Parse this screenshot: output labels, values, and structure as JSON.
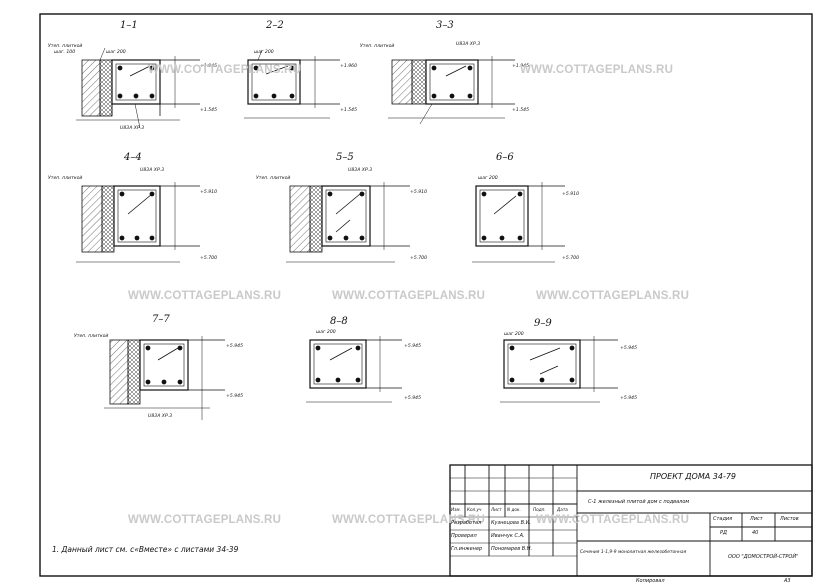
{
  "sections": [
    {
      "id": "1-1",
      "title": "1–1"
    },
    {
      "id": "2-2",
      "title": "2–2"
    },
    {
      "id": "3-3",
      "title": "3–3"
    },
    {
      "id": "4-4",
      "title": "4–4"
    },
    {
      "id": "5-5",
      "title": "5–5"
    },
    {
      "id": "6-6",
      "title": "6–6"
    },
    {
      "id": "7-7",
      "title": "7–7"
    },
    {
      "id": "8-8",
      "title": "8–8"
    },
    {
      "id": "9-9",
      "title": "9–9"
    }
  ],
  "labels": {
    "insulation": "Утеп. плиткой",
    "insulation2": "шаг. 100",
    "rebar_step": "шаг 200",
    "mesh": "U83A ХР.3",
    "elev1": "+1.945",
    "elev2": "+1.545",
    "elev3": "+1.960",
    "elev4": "+5.910",
    "elev5": "+5.700",
    "elev6": "+5.945"
  },
  "watermark": "WWW.COTTAGEPLANS.RU",
  "stamp": {
    "project": "ПРОЕКТ ДОМА 34-79",
    "desc1": "С-1 железный плитой дом с подвалом",
    "desc2": "Сечения 1-1,9-9 монолитная железобетонная",
    "stage_label": "Стадия",
    "sheet_label": "Лист",
    "sheets_label": "Листов",
    "stage": "РД",
    "sheet": "40",
    "org": "ООО \"ДОМОСТРОЙ-СТРОЙ\"",
    "rows": [
      "Изм.",
      "Кол.уч",
      "Лист",
      "N док.",
      "Подп.",
      "Дата"
    ],
    "people": [
      {
        "role": "Разработал",
        "name": "Кузнецова В.И."
      },
      {
        "role": "Проверил",
        "name": "Иванчук С.А."
      },
      {
        "role": "Гл.инженер",
        "name": "Пономарев В.Н."
      }
    ],
    "format_label": "Копировал",
    "format": "А3"
  },
  "note": "1.   Данный лист см. с«Вместе» с листами 34-39"
}
